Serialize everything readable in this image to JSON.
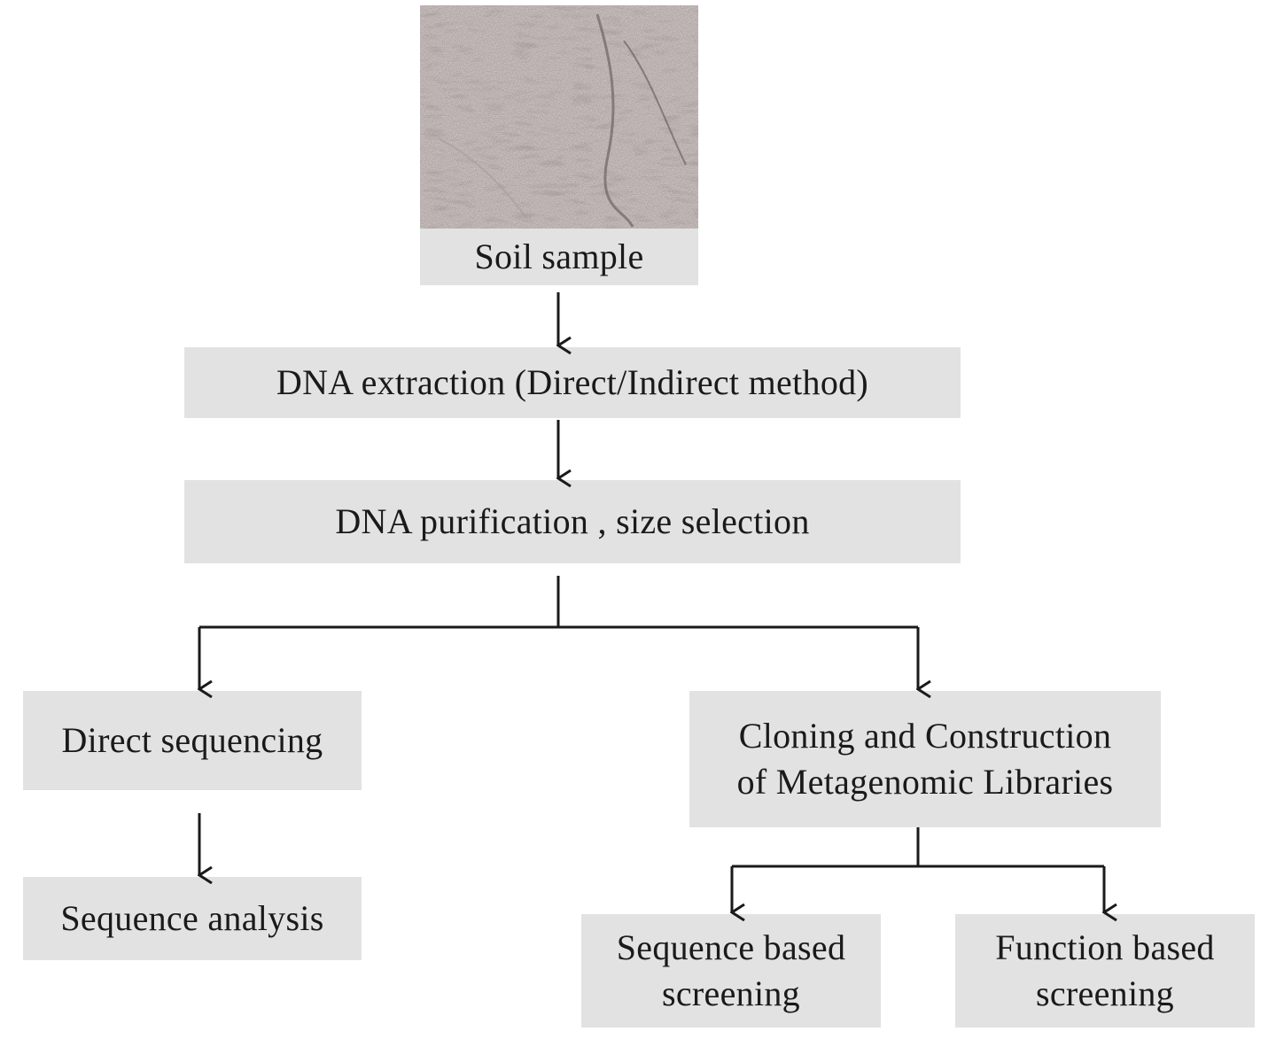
{
  "diagram": {
    "soil_sample": {
      "photo": "soil-photo",
      "label": "Soil sample"
    },
    "dna_extraction": "DNA extraction (Direct/Indirect method)",
    "dna_purification": "DNA purification , size selection",
    "direct_sequencing": "Direct sequencing",
    "sequence_analysis": "Sequence analysis",
    "cloning": {
      "line1": "Cloning and Construction",
      "line2": "of Metagenomic Libraries"
    },
    "sequence_screening": {
      "line1": "Sequence based",
      "line2": "screening"
    },
    "function_screening": {
      "line1": "Function based",
      "line2": "screening"
    }
  },
  "colors": {
    "box_fill": "#e2e2e2",
    "arrow": "#1a1a1a",
    "soil": "#8f8682"
  }
}
